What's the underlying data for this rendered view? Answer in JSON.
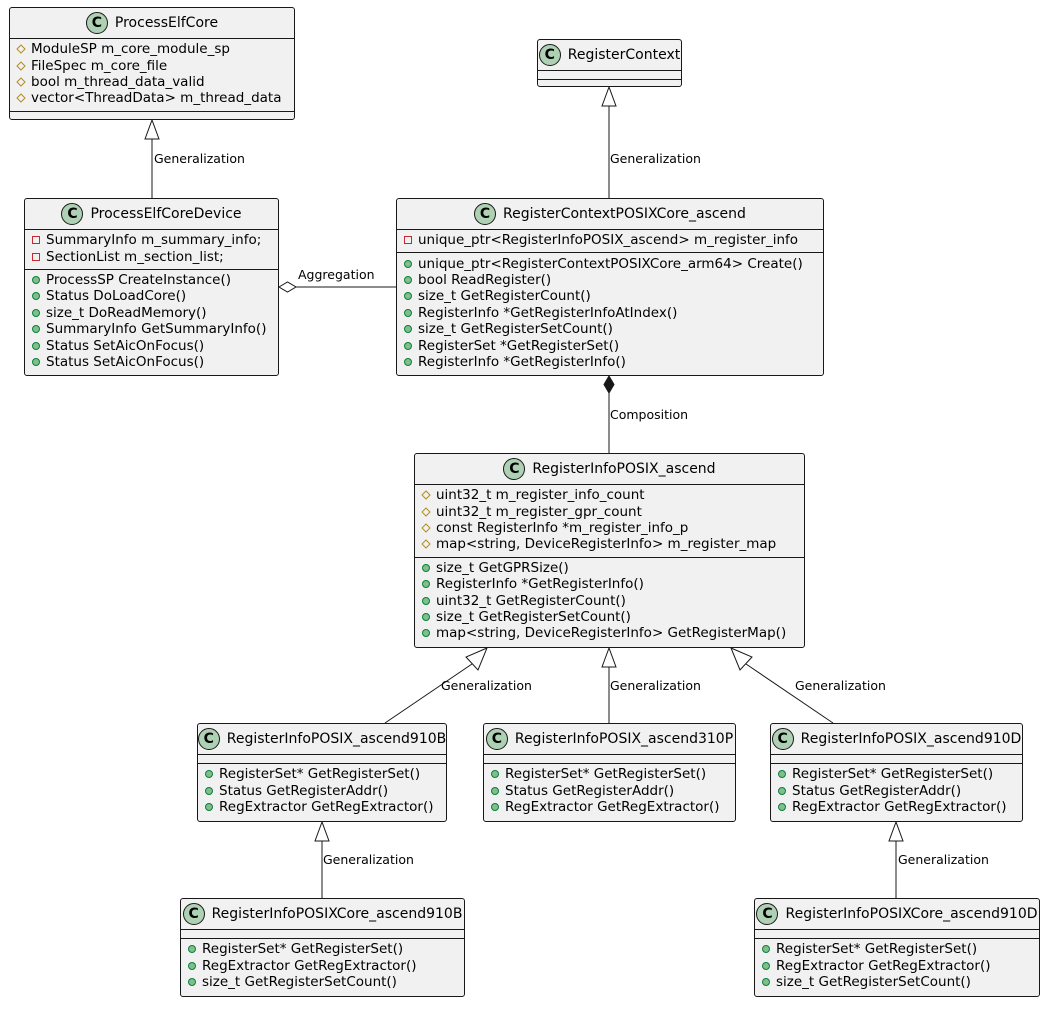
{
  "classes": {
    "process_elf_core": {
      "name": "ProcessElfCore",
      "attributes": [
        {
          "vis": "#",
          "text": "ModuleSP m_core_module_sp"
        },
        {
          "vis": "#",
          "text": "FileSpec m_core_file"
        },
        {
          "vis": "#",
          "text": "bool m_thread_data_valid"
        },
        {
          "vis": "#",
          "text": "vector<ThreadData> m_thread_data"
        }
      ],
      "methods": []
    },
    "register_context": {
      "name": "RegisterContext",
      "attributes": [],
      "methods": []
    },
    "process_elf_core_device": {
      "name": "ProcessElfCoreDevice",
      "attributes": [
        {
          "vis": "-",
          "text": "SummaryInfo m_summary_info;"
        },
        {
          "vis": "-",
          "text": "SectionList m_section_list;"
        }
      ],
      "methods": [
        {
          "vis": "+",
          "text": "ProcessSP CreateInstance()"
        },
        {
          "vis": "+",
          "text": "Status DoLoadCore()"
        },
        {
          "vis": "+",
          "text": "size_t DoReadMemory()"
        },
        {
          "vis": "+",
          "text": "SummaryInfo GetSummaryInfo()"
        },
        {
          "vis": "+",
          "text": "Status SetAicOnFocus()"
        },
        {
          "vis": "+",
          "text": "Status SetAicOnFocus()"
        }
      ]
    },
    "register_context_posix_core_ascend": {
      "name": "RegisterContextPOSIXCore_ascend",
      "attributes": [
        {
          "vis": "-",
          "text": "unique_ptr<RegisterInfoPOSIX_ascend> m_register_info"
        }
      ],
      "methods": [
        {
          "vis": "+",
          "text": "unique_ptr<RegisterContextPOSIXCore_arm64> Create()"
        },
        {
          "vis": "+",
          "text": "bool ReadRegister()"
        },
        {
          "vis": "+",
          "text": "size_t GetRegisterCount()"
        },
        {
          "vis": "+",
          "text": "RegisterInfo *GetRegisterInfoAtIndex()"
        },
        {
          "vis": "+",
          "text": "size_t GetRegisterSetCount()"
        },
        {
          "vis": "+",
          "text": "RegisterSet *GetRegisterSet()"
        },
        {
          "vis": "+",
          "text": "RegisterInfo *GetRegisterInfo()"
        }
      ]
    },
    "register_info_posix_ascend": {
      "name": "RegisterInfoPOSIX_ascend",
      "attributes": [
        {
          "vis": "#",
          "text": "uint32_t m_register_info_count"
        },
        {
          "vis": "#",
          "text": "uint32_t m_register_gpr_count"
        },
        {
          "vis": "#",
          "text": "const RegisterInfo *m_register_info_p"
        },
        {
          "vis": "#",
          "text": "map<string, DeviceRegisterInfo> m_register_map"
        }
      ],
      "methods": [
        {
          "vis": "+",
          "text": "size_t GetGPRSize()"
        },
        {
          "vis": "+",
          "text": "RegisterInfo *GetRegisterInfo()"
        },
        {
          "vis": "+",
          "text": "uint32_t GetRegisterCount()"
        },
        {
          "vis": "+",
          "text": "size_t GetRegisterSetCount()"
        },
        {
          "vis": "+",
          "text": "map<string, DeviceRegisterInfo> GetRegisterMap()"
        }
      ]
    },
    "register_info_posix_ascend910b": {
      "name": "RegisterInfoPOSIX_ascend910B",
      "attributes": [],
      "methods": [
        {
          "vis": "+",
          "text": "RegisterSet* GetRegisterSet()"
        },
        {
          "vis": "+",
          "text": "Status GetRegisterAddr()"
        },
        {
          "vis": "+",
          "text": "RegExtractor GetRegExtractor()"
        }
      ]
    },
    "register_info_posix_ascend310p": {
      "name": "RegisterInfoPOSIX_ascend310P",
      "attributes": [],
      "methods": [
        {
          "vis": "+",
          "text": "RegisterSet* GetRegisterSet()"
        },
        {
          "vis": "+",
          "text": "Status GetRegisterAddr()"
        },
        {
          "vis": "+",
          "text": "RegExtractor GetRegExtractor()"
        }
      ]
    },
    "register_info_posix_ascend910d": {
      "name": "RegisterInfoPOSIX_ascend910D",
      "attributes": [],
      "methods": [
        {
          "vis": "+",
          "text": "RegisterSet* GetRegisterSet()"
        },
        {
          "vis": "+",
          "text": "Status GetRegisterAddr()"
        },
        {
          "vis": "+",
          "text": "RegExtractor GetRegExtractor()"
        }
      ]
    },
    "register_info_posix_core_ascend910b": {
      "name": "RegisterInfoPOSIXCore_ascend910B",
      "attributes": [],
      "methods": [
        {
          "vis": "+",
          "text": "RegisterSet* GetRegisterSet()"
        },
        {
          "vis": "+",
          "text": "RegExtractor GetRegExtractor()"
        },
        {
          "vis": "+",
          "text": "size_t GetRegisterSetCount()"
        }
      ]
    },
    "register_info_posix_core_ascend910d": {
      "name": "RegisterInfoPOSIXCore_ascend910D",
      "attributes": [],
      "methods": [
        {
          "vis": "+",
          "text": "RegisterSet* GetRegisterSet()"
        },
        {
          "vis": "+",
          "text": "RegExtractor GetRegExtractor()"
        },
        {
          "vis": "+",
          "text": "size_t GetRegisterSetCount()"
        }
      ]
    }
  },
  "relations": {
    "gen_elfcore": {
      "label": "Generalization"
    },
    "gen_regctx": {
      "label": "Generalization"
    },
    "aggregation": {
      "label": "Aggregation"
    },
    "composition": {
      "label": "Composition"
    },
    "gen_910b": {
      "label": "Generalization"
    },
    "gen_310p": {
      "label": "Generalization"
    },
    "gen_910d": {
      "label": "Generalization"
    },
    "gen_core910b": {
      "label": "Generalization"
    },
    "gen_core910d": {
      "label": "Generalization"
    }
  },
  "icon_names": {
    "class_icon": "class-circle-icon",
    "class_icon_letter": "C"
  },
  "colors": {
    "class_fill": "#f1f1f1",
    "class_border": "#181818",
    "icon_fill": "#add1b2",
    "line": "#181818"
  }
}
